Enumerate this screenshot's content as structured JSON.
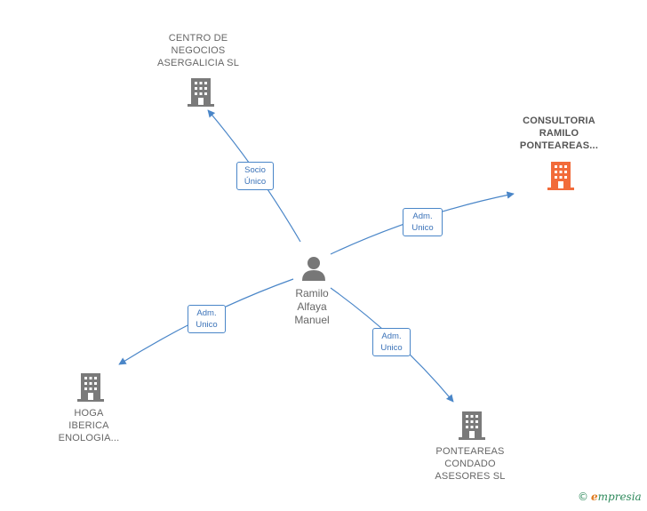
{
  "colors": {
    "edge": "#4a86c8",
    "company": "#7a7a7a",
    "primary_company": "#f26b3a",
    "person": "#777777"
  },
  "nodes": {
    "center": {
      "lines": [
        "Ramilo",
        "Alfaya",
        "Manuel"
      ],
      "icon": "person-icon"
    },
    "top": {
      "lines": [
        "CENTRO DE",
        "NEGOCIOS",
        "ASERGALICIA SL"
      ],
      "icon": "building-icon"
    },
    "right": {
      "lines": [
        "CONSULTORIA",
        "RAMILO",
        "PONTEAREAS..."
      ],
      "icon": "building-icon"
    },
    "left": {
      "lines": [
        "HOGA",
        "IBERICA",
        "ENOLOGIA..."
      ],
      "icon": "building-icon"
    },
    "bottom": {
      "lines": [
        "PONTEAREAS",
        "CONDADO",
        "ASESORES SL"
      ],
      "icon": "building-icon"
    }
  },
  "edges": {
    "top": {
      "lines": [
        "Socio",
        "Único"
      ]
    },
    "right": {
      "lines": [
        "Adm.",
        "Unico"
      ]
    },
    "left": {
      "lines": [
        "Adm.",
        "Unico"
      ]
    },
    "bottom": {
      "lines": [
        "Adm.",
        "Unico"
      ]
    }
  },
  "footer": {
    "copyright": "©",
    "brand_initial": "e",
    "brand_rest": "mpresia"
  }
}
